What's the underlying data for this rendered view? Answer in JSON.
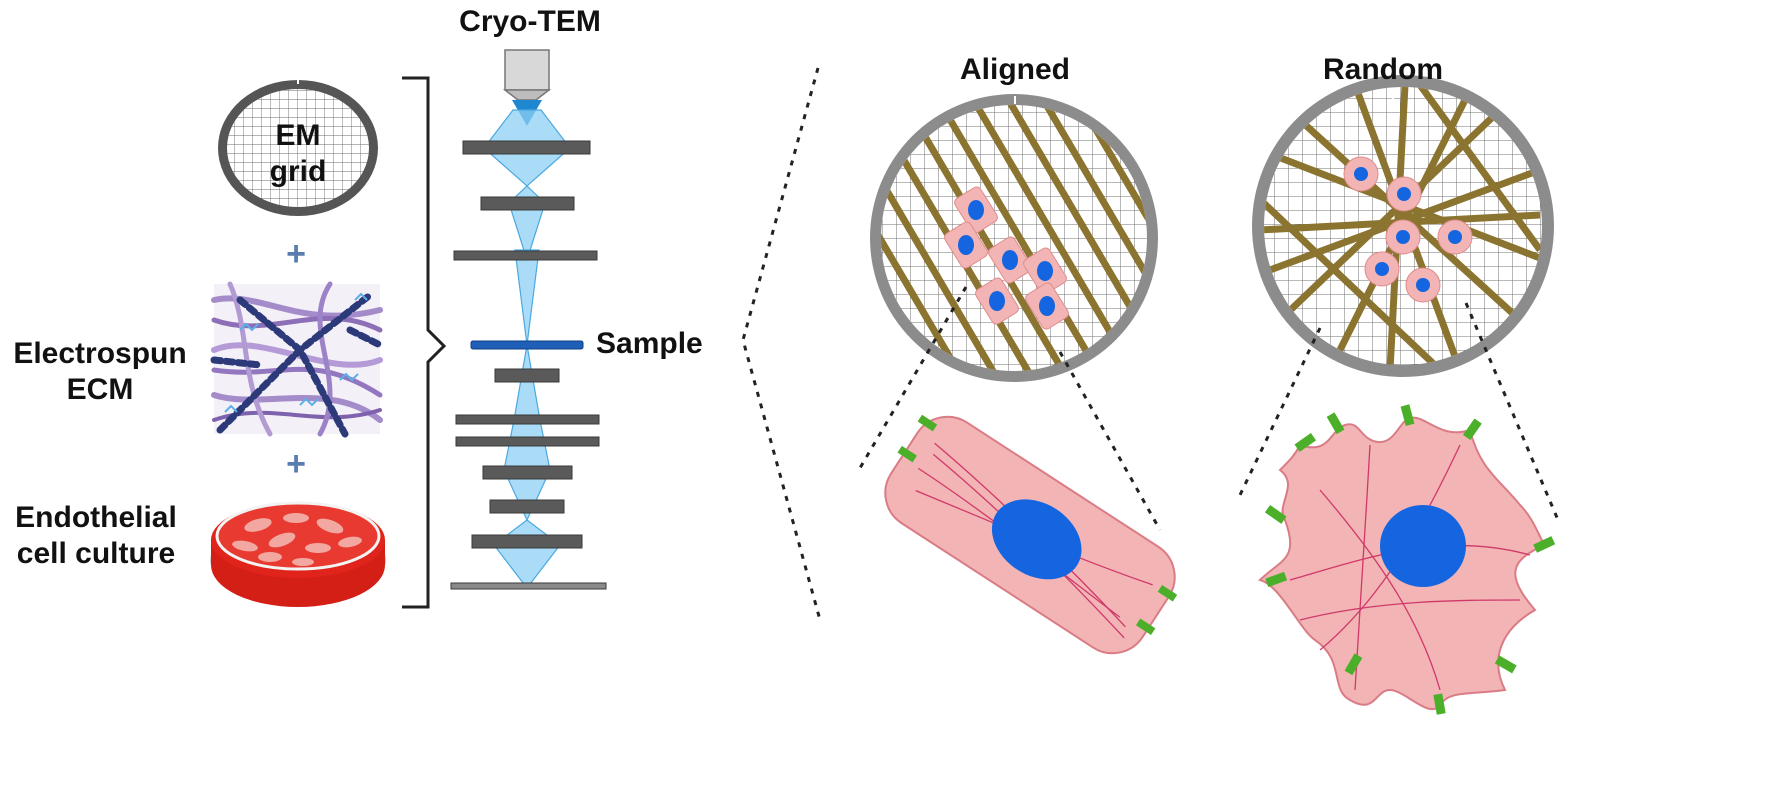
{
  "labels": {
    "em_grid": [
      "EM",
      "grid"
    ],
    "electrospun": [
      "Electrospun",
      "ECM"
    ],
    "endothelial": [
      "Endothelial",
      "cell culture"
    ],
    "cryo_tem": "Cryo-TEM",
    "sample": "Sample",
    "aligned": "Aligned",
    "random": "Random"
  },
  "plus_sign": "+",
  "colors": {
    "fiber": "#8b7430",
    "grid_ring": "#8c8c8c",
    "cell_fill": "#f2b4b4",
    "nucleus": "#1565e0",
    "focal_adhesion": "#4caf2a",
    "beam": "#7ec8f0",
    "lens": "#5a5a5a",
    "sample_bar": "#1f5fb8",
    "dish_red": "#e0241b"
  },
  "icons": [
    "em-grid-icon",
    "ecm-fiber-icon",
    "petri-dish-icon",
    "objective-lens-icon",
    "bracket-icon"
  ]
}
